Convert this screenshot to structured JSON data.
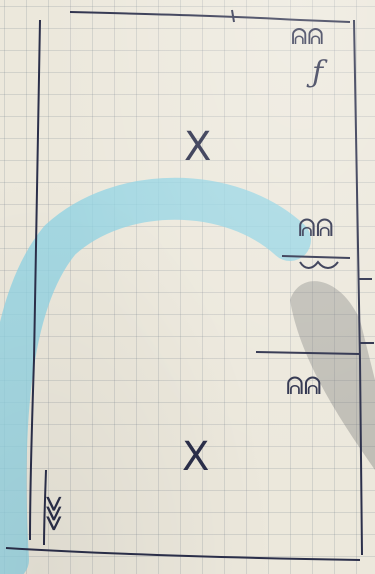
{
  "sheet": {
    "paper_color": "#ece8dc",
    "grid_color": "#8c97a0",
    "ink_color": "#2b2f4a",
    "arc_color": "#8ed3e4",
    "shadow_color": "#6f6f6f"
  },
  "marks": {
    "top_right_glyph": "ᕱᕱ",
    "top_right_sub": "ƒ",
    "upper_x": "X",
    "right_mid_glyph": "ᕱᕱ",
    "right_lower_glyph": "ᕱᕱ",
    "lower_x": "X",
    "bottom_left_glyph": "⋘"
  }
}
